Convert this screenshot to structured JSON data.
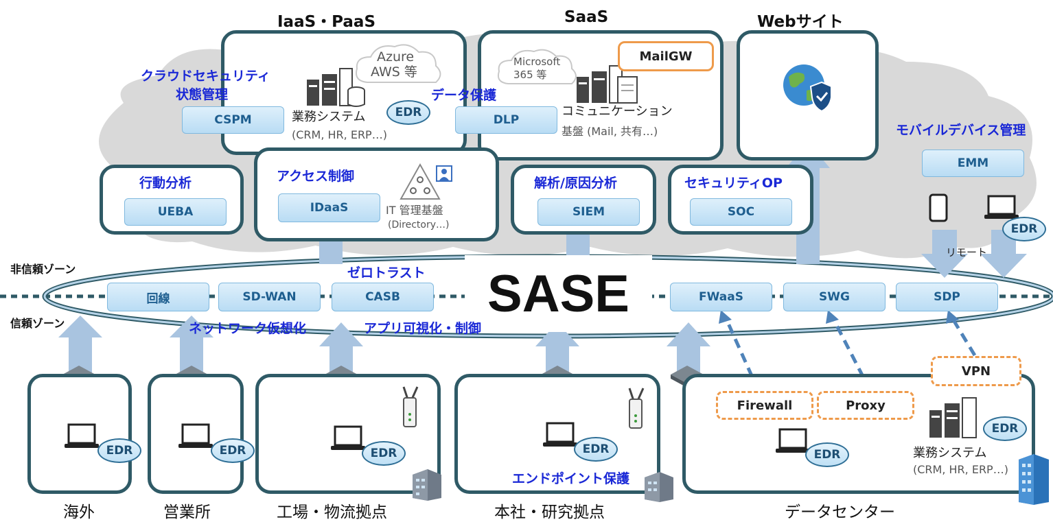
{
  "headings": {
    "iaas": "IaaS・PaaS",
    "saas": "SaaS",
    "web": "Webサイト"
  },
  "sase": "SASE",
  "zones": {
    "untrusted": "非信頼ゾーン",
    "trusted": "信頼ゾーン"
  },
  "cloud_texts": {
    "azure": "Azure",
    "aws": "AWS 等",
    "ms1": "Microsoft",
    "ms2": "365 等"
  },
  "iaas_box": {
    "line1": "業務システム",
    "line2": "(CRM, HR, ERP…)",
    "edr": "EDR"
  },
  "saas_box": {
    "mailgw": "MailGW",
    "line1": "コミュニケーション",
    "line2": "基盤 (Mail, 共有…)"
  },
  "idaas_box": {
    "title": "アクセス制御",
    "pill": "IDaaS",
    "sub1": "IT 管理基盤",
    "sub2": "(Directory…)"
  },
  "ueba_box": {
    "title": "行動分析",
    "pill": "UEBA"
  },
  "siem_box": {
    "title": "解析/原因分析",
    "pill": "SIEM"
  },
  "soc_box": {
    "title": "セキュリティOP",
    "pill": "SOC"
  },
  "labels": {
    "cspm_title1": "クラウドセキュリティ",
    "cspm_title2": "状態管理",
    "cspm": "CSPM",
    "dlp_title": "データ保護",
    "dlp": "DLP",
    "emm_title": "モバイルデバイス管理",
    "emm": "EMM",
    "remote": "リモート",
    "zero_trust": "ゼロトラスト",
    "network_virt": "ネットワーク仮想化",
    "app_visual": "アプリ可視化・制御",
    "endpoint": "エンドポイント保護"
  },
  "sase_pills": [
    "回線",
    "SD-WAN",
    "CASB",
    "FWaaS",
    "SWG",
    "SDP"
  ],
  "edr_label": "EDR",
  "dc": {
    "firewall": "Firewall",
    "proxy": "Proxy",
    "vpn": "VPN",
    "line1": "業務システム",
    "line2": "(CRM, HR, ERP…)"
  },
  "sites": [
    "海外",
    "営業所",
    "工場・物流拠点",
    "本社・研究拠点",
    "データセンター"
  ],
  "colors": {
    "box_border": "#2f5a66",
    "accent_blue": "#1a28d6",
    "cloud_grey": "#d9d9d9",
    "arrow": "#a9c4e0",
    "dash_orange": "#ee9a4a"
  }
}
